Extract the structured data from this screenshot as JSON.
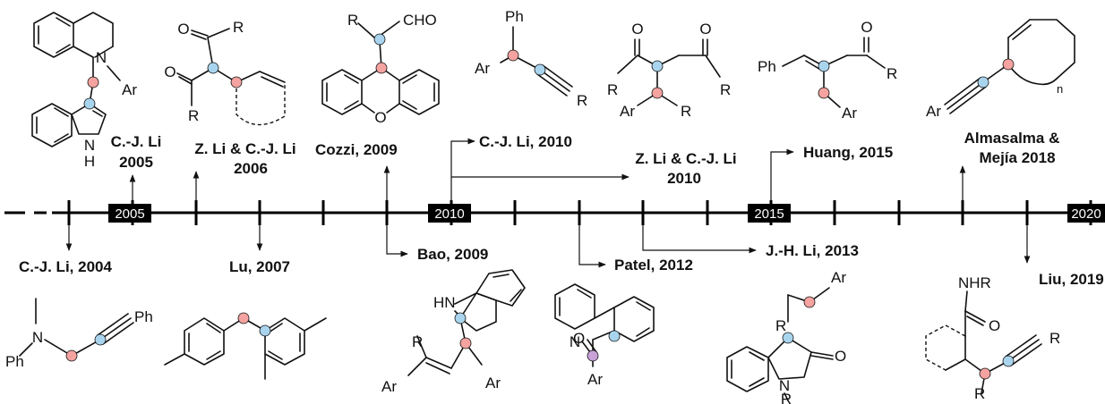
{
  "colors": {
    "red_atom": "#F4A3A0",
    "blue_atom": "#A9D4EE",
    "purple_atom": "#C8A2D8",
    "axis": "#000000",
    "year_box": "#000000"
  },
  "timeline": {
    "years": [
      "2005",
      "2010",
      "2015",
      "2020"
    ]
  },
  "events": {
    "cj_li_2004": "C.-J. Li, 2004",
    "cj_li_2005_a": "C.-J. Li",
    "cj_li_2005_b": "2005",
    "zli_cjli_2006_a": "Z. Li & C.-J. Li",
    "zli_cjli_2006_b": "2006",
    "lu_2007": "Lu, 2007",
    "cozzi_2009": "Cozzi, 2009",
    "bao_2009": "Bao, 2009",
    "cj_li_2010": "C.-J. Li, 2010",
    "zli_cjli_2010_a": "Z. Li & C.-J. Li",
    "zli_cjli_2010_b": "2010",
    "patel_2012": "Patel, 2012",
    "jh_li_2013": "J.-H. Li, 2013",
    "huang_2015": "Huang, 2015",
    "almasalma_a": "Almasalma &",
    "almasalma_b": "Mejía 2018",
    "liu_2019": "Liu, 2019"
  },
  "atoms": {
    "N": "N",
    "H": "H",
    "O": "O",
    "R": "R",
    "Ar": "Ar",
    "Ph": "Ph",
    "CHO": "CHO",
    "NHR": "NHR",
    "HN": "HN",
    "n": "n"
  }
}
